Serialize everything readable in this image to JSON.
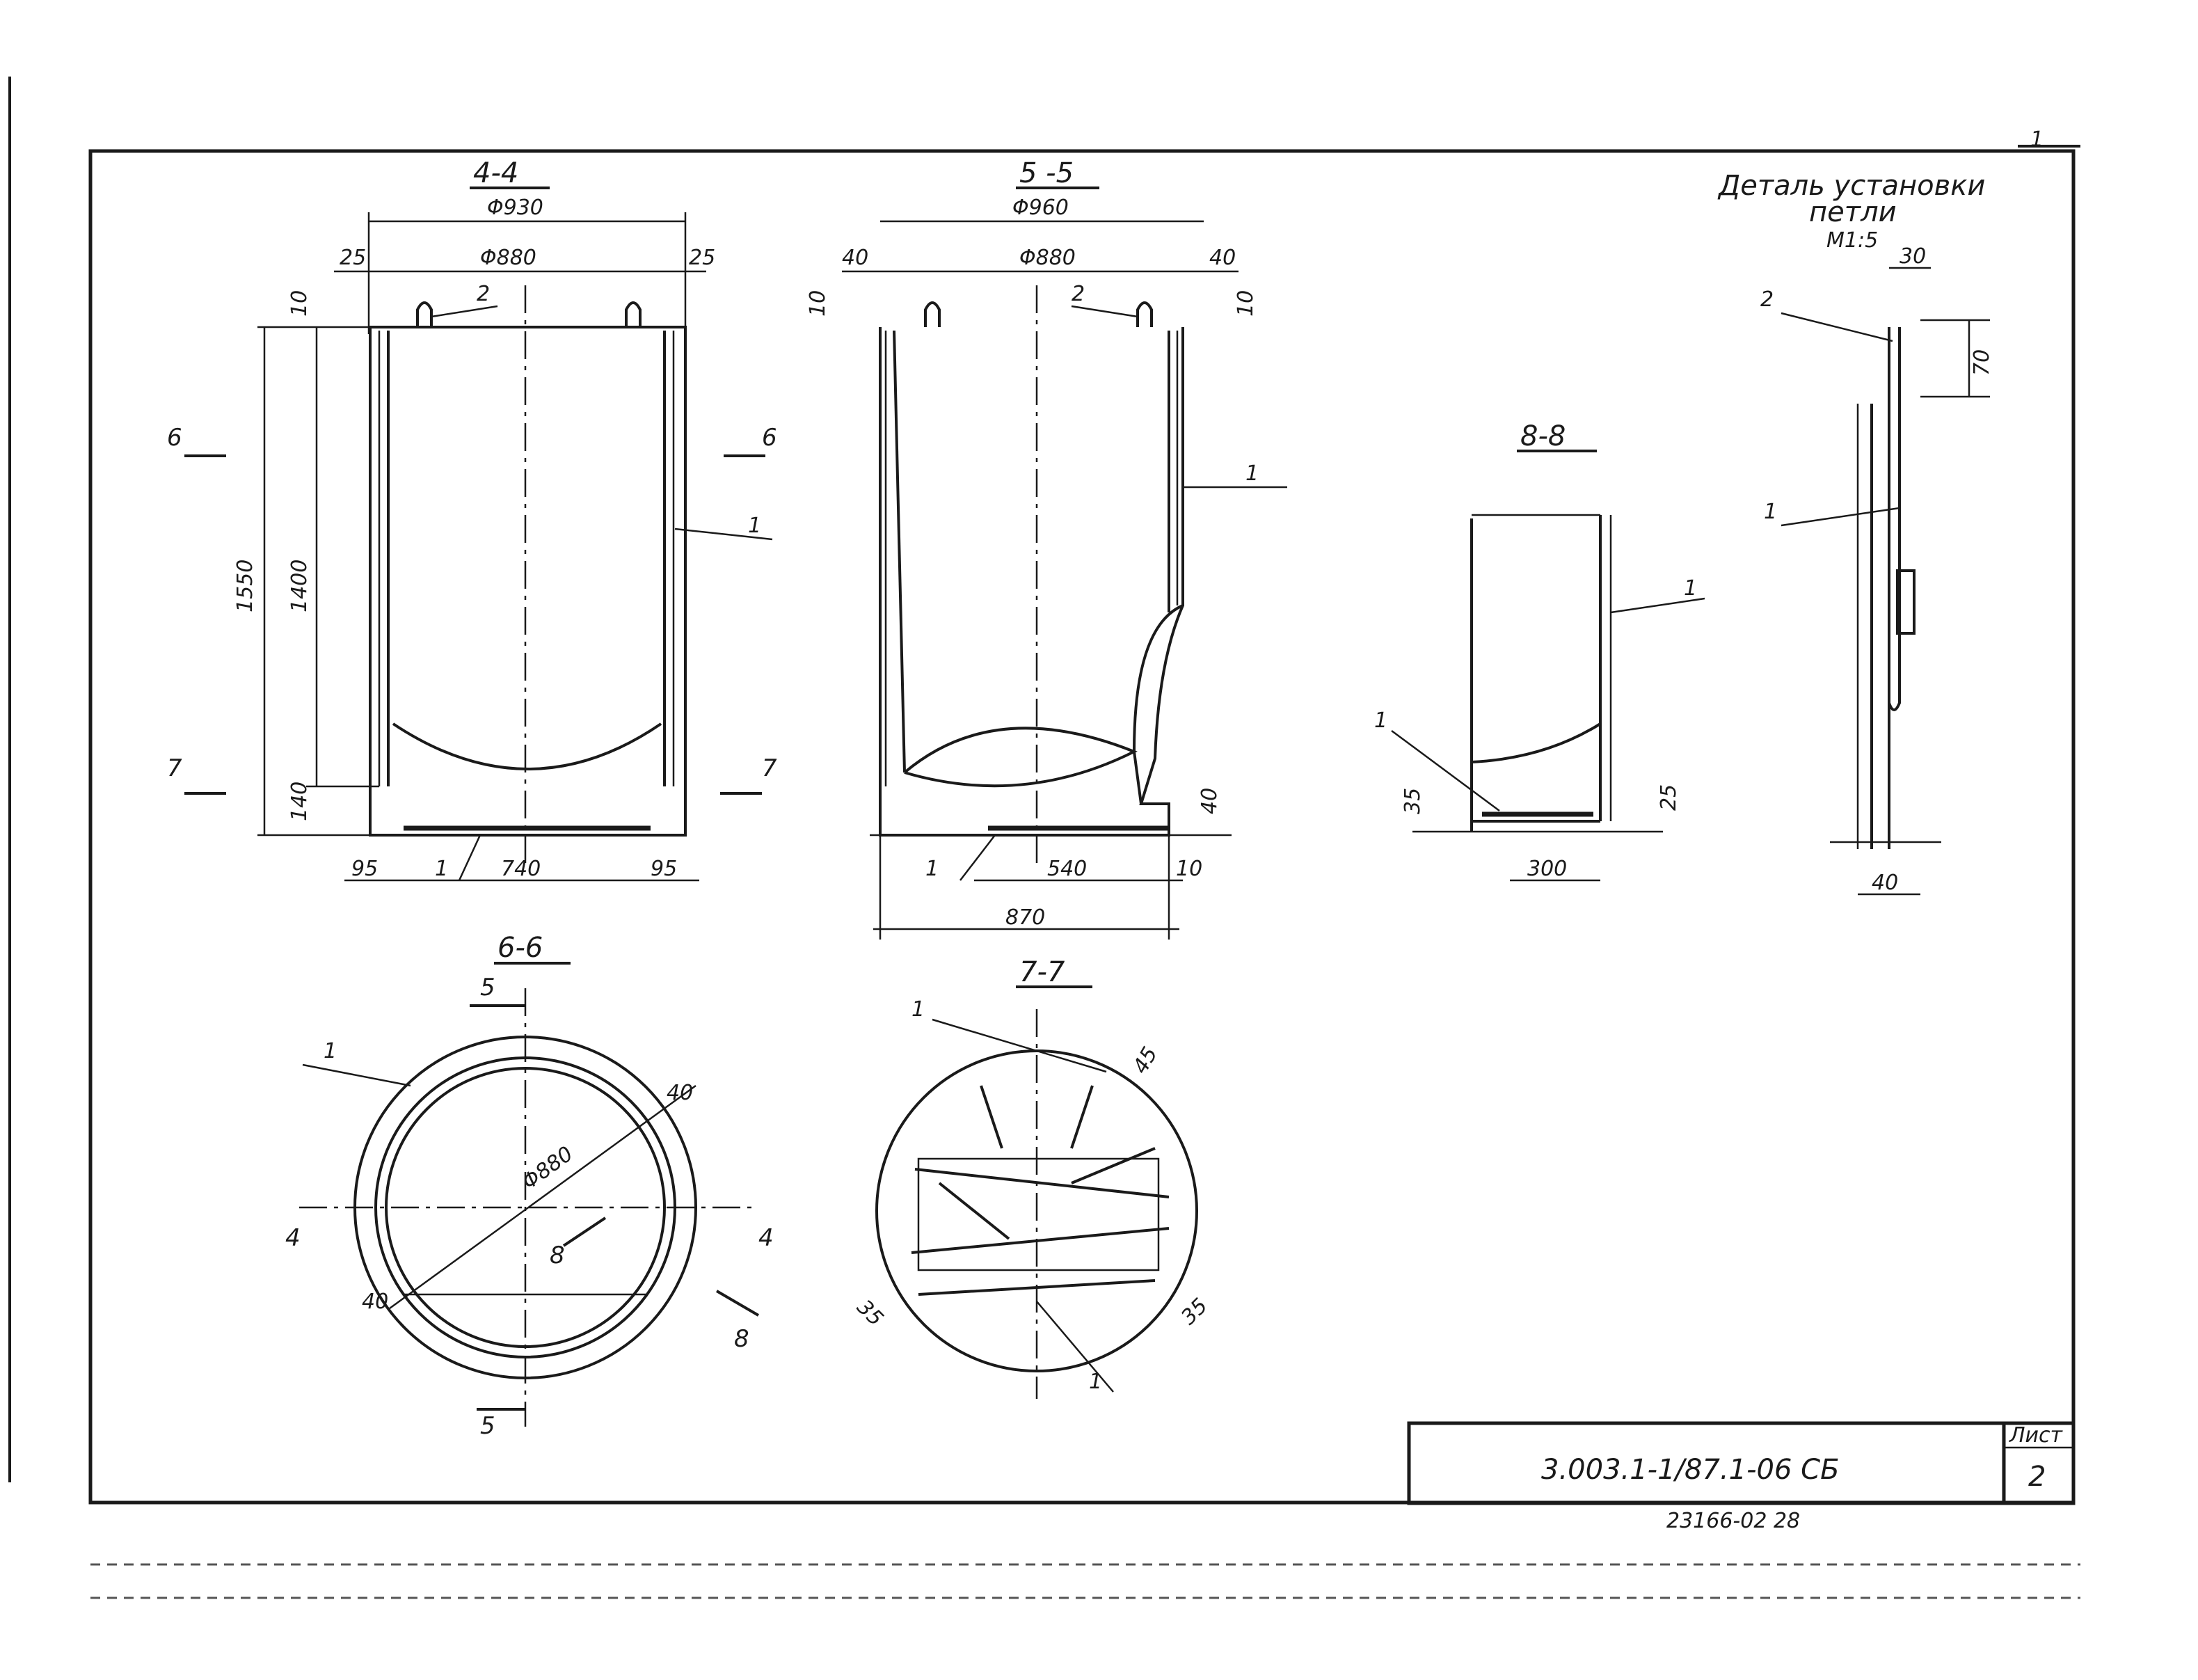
{
  "sections": {
    "s4": {
      "title": "4-4",
      "phi_outer": "Φ930",
      "phi_inner": "Φ880",
      "left_25": "25",
      "right_25": "25",
      "top_10": "10",
      "h_1550": "1550",
      "h_1400": "1400",
      "h_140": "140",
      "w_95_left": "95",
      "w_740": "740",
      "w_95_right": "95",
      "callout_1": "1",
      "callout_2": "2",
      "cut_6": "6",
      "cut_6b": "6",
      "cut_7": "7",
      "cut_7b": "7"
    },
    "s5": {
      "title": "5 -5",
      "phi_outer": "Φ960",
      "phi_inner": "Φ880",
      "left_40": "40",
      "right_40": "40",
      "top_10_left": "10",
      "top_10_right": "10",
      "h_40": "40",
      "w_540": "540",
      "w_10": "10",
      "w_870": "870",
      "callout_1": "1",
      "callout_1b": "1",
      "callout_2": "2"
    },
    "s6": {
      "title": "6-6",
      "phi": "Φ880",
      "d_40_right": "40",
      "d_40_left": "40",
      "callout_1": "1",
      "cut_5_top": "5",
      "cut_5_bottom": "5",
      "cut_4_left": "4",
      "cut_4_right": "4",
      "cut_8": "8",
      "cut_8b": "8"
    },
    "s7": {
      "title": "7-7",
      "d_45": "45",
      "d_35_left": "35",
      "d_35_right": "35",
      "callout_1_top": "1",
      "callout_1_bottom": "1"
    },
    "s8": {
      "title": "8-8",
      "d_35": "35",
      "d_25": "25",
      "w_300": "300",
      "callout_1_right": "1",
      "callout_1_left": "1"
    }
  },
  "detail": {
    "title_line1": "Деталь установки",
    "title_line2": "петли",
    "scale": "М1:5",
    "d_30": "30",
    "d_70": "70",
    "d_40": "40",
    "callout_2": "2",
    "callout_1": "1"
  },
  "stamp": {
    "code": "3.003.1-1/87.1-06 СБ",
    "sheet_label": "Лист",
    "sheet_no": "2",
    "archive_no": "23166-02  28"
  },
  "corner_mark": "1"
}
